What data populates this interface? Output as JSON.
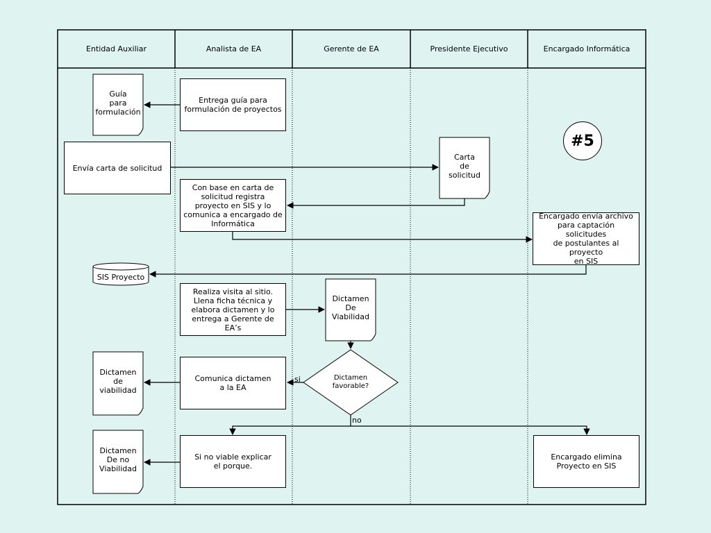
{
  "lanes": [
    "Entidad Auxiliar",
    "Analista de EA",
    "Gerente de EA",
    "Presidente Ejecutivo",
    "Encargado Informática"
  ],
  "badge": "#5",
  "documents": {
    "guia": "Guía\npara\nformulación",
    "carta": "Carta\nde\nsolicitud",
    "dictamen_viabilidad_gerente": "Dictamen\nDe\nViabilidad",
    "dictamen_viabilidad": "Dictamen\nde\nviabilidad",
    "dictamen_no_viabilidad": "Dictamen\nDe no\nViabilidad"
  },
  "processes": {
    "entrega_guia": "Entrega guía para\nformulación de proyectos",
    "envia_carta": "Envía carta de solicitud",
    "registra_proyecto": "Con base en carta de\nsolicitud registra\nproyecto en SIS y lo\ncomunica a encargado de\nInformática",
    "encargado_envia": "Encargado envía archivo\npara captación solicitudes\nde postulantes al proyecto\nen SIS",
    "realiza_visita": "Realiza visita al sitio.\nLlena ficha técnica y\nelabora dictamen y lo\nentrega a Gerente de EA’s",
    "comunica_dictamen": "Comunica dictamen\na la EA",
    "no_viable": "Si no viable explicar\nel porque.",
    "encargado_elimina": "Encargado elimina\nProyecto en SIS"
  },
  "database": "SIS Proyecto",
  "decision": {
    "text": "Dictamen\nfavorable?",
    "yes_label": "si",
    "no_label": "no"
  },
  "colors": {
    "background": "#dff4f1",
    "line": "#000000"
  }
}
